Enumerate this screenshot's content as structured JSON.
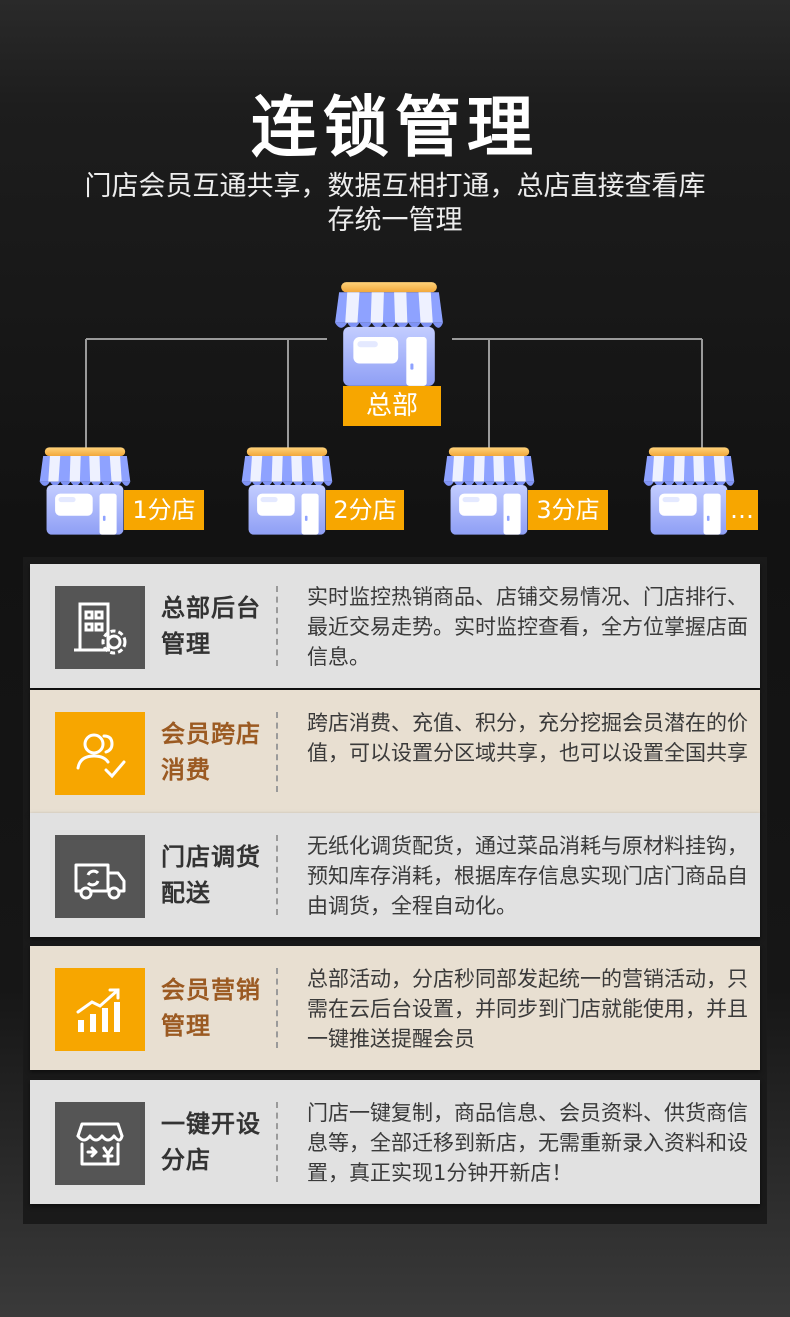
{
  "header": {
    "title": "连锁管理",
    "subtitle": "门店会员互通共享，数据互相打通，总店直接查看库存统一管理"
  },
  "hierarchy": {
    "hq_label": "总部",
    "branches": [
      {
        "label": "1分店"
      },
      {
        "label": "2分店"
      },
      {
        "label": "3分店"
      },
      {
        "label": "…"
      }
    ]
  },
  "features": [
    {
      "title": "总部后台管理",
      "desc": "实时监控热销商品、店铺交易情况、门店排行、最近交易走势。实时监控查看，全方位掌握店面信息。",
      "icon": "building-gear-icon"
    },
    {
      "title": "会员跨店消费",
      "desc": "跨店消费、充值、积分，充分挖掘会员潜在的价值，可以设置分区域共享，也可以设置全国共享",
      "icon": "members-check-icon"
    },
    {
      "title": "门店调货配送",
      "desc": "无纸化调货配货，通过菜品消耗与原材料挂钩，预知库存消耗，根据库存信息实现门店门商品自由调货，全程自动化。",
      "icon": "delivery-truck-icon"
    },
    {
      "title": "会员营销管理",
      "desc": "总部活动，分店秒同部发起统一的营销活动，只需在云后台设置，并同步到门店就能使用，并且一键推送提醒会员",
      "icon": "growth-chart-icon"
    },
    {
      "title": "一键开设分店",
      "desc": "门店一键复制，商品信息、会员资料、供货商信息等，全部迁移到新店，无需重新录入资料和设置，真正实现1分钟开新店！",
      "icon": "store-yuan-icon"
    }
  ],
  "colors": {
    "accent": "#f7a600",
    "card_gray": "#e1e1e1",
    "card_tan": "#e8dfd1",
    "tan_title": "#9b5a22"
  }
}
